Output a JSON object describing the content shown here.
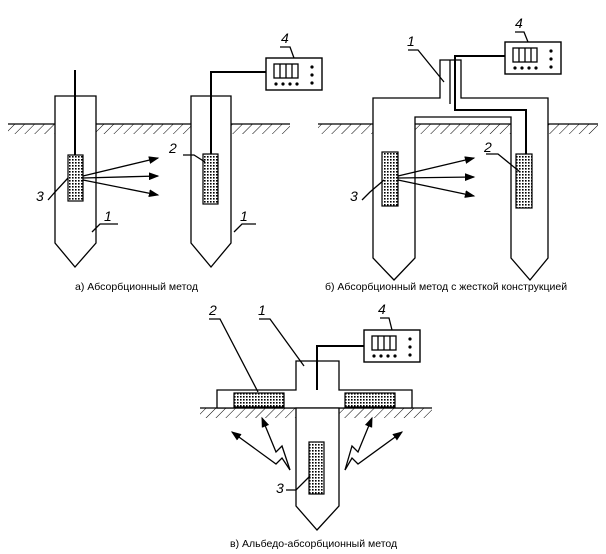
{
  "captions": {
    "a": "а) Абсорбционный метод",
    "b": "б) Абсорбционный метод с жесткой конструкцией",
    "c": "в) Альбедо-абсорбционный метод"
  },
  "labels": {
    "a_left_1": "1",
    "a_left_3": "3",
    "a_right_1": "1",
    "a_right_2": "2",
    "a_right_4": "4",
    "b_1": "1",
    "b_2": "2",
    "b_3": "3",
    "b_4": "4",
    "c_1": "1",
    "c_2": "2",
    "c_3": "3",
    "c_4": "4"
  }
}
